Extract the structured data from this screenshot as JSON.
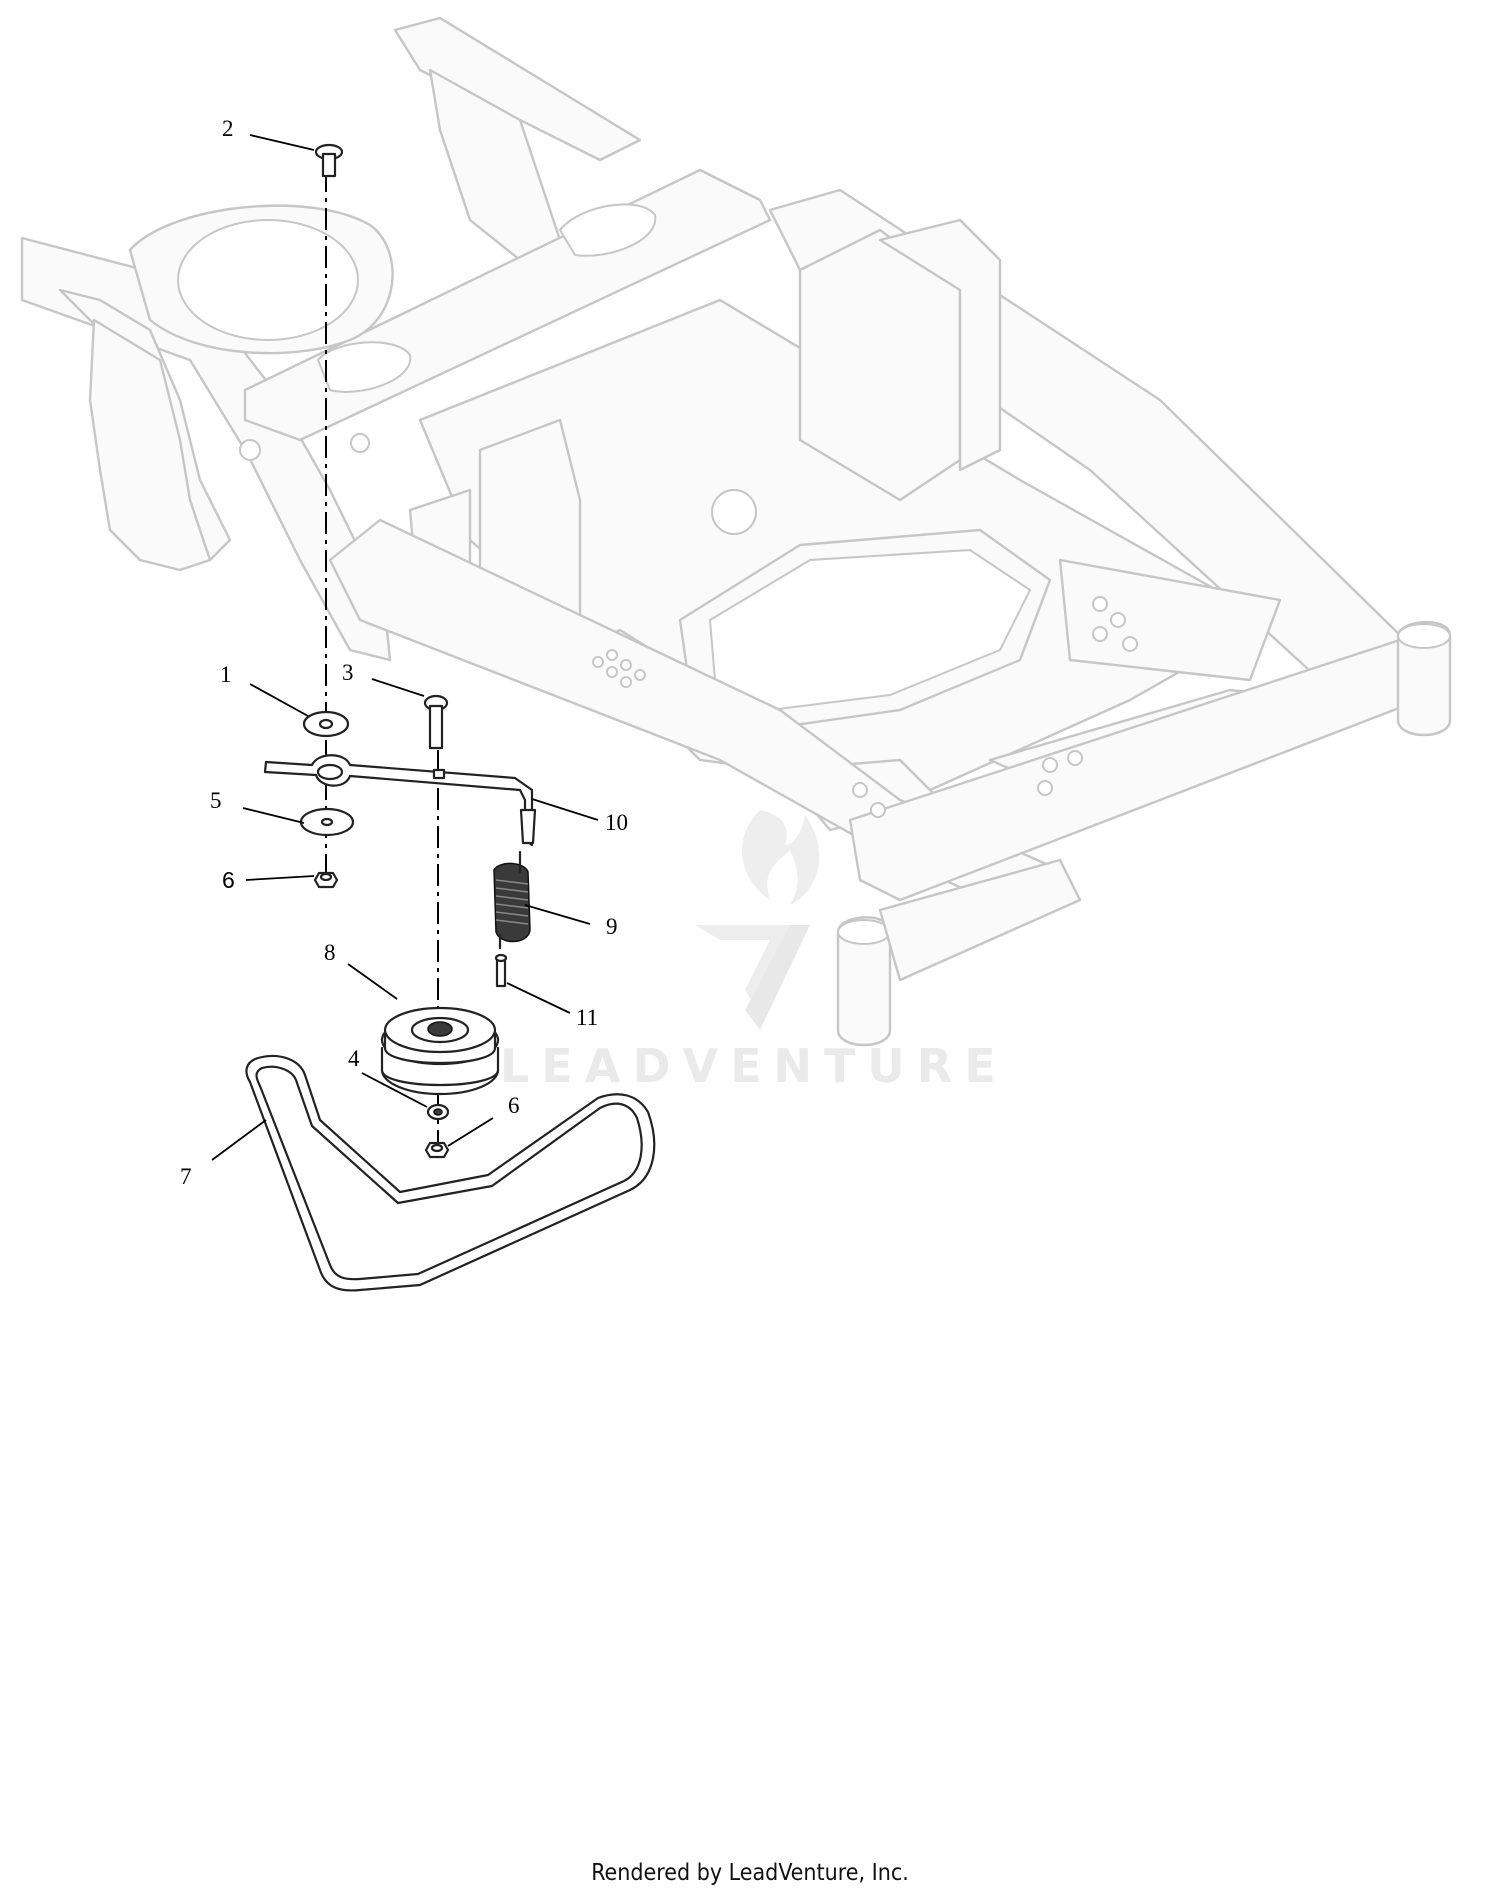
{
  "callouts": [
    {
      "id": "1",
      "label": "1"
    },
    {
      "id": "2",
      "label": "2"
    },
    {
      "id": "3",
      "label": "3"
    },
    {
      "id": "4",
      "label": "4"
    },
    {
      "id": "5",
      "label": "5"
    },
    {
      "id": "6a",
      "label": "6"
    },
    {
      "id": "6b",
      "label": "6"
    },
    {
      "id": "7",
      "label": "7"
    },
    {
      "id": "8",
      "label": "8"
    },
    {
      "id": "9",
      "label": "9"
    },
    {
      "id": "10",
      "label": "10"
    },
    {
      "id": "11",
      "label": "11"
    }
  ],
  "watermark": {
    "text": "LEADVENTURE"
  },
  "footer": {
    "credit": "Rendered by LeadVenture, Inc."
  }
}
